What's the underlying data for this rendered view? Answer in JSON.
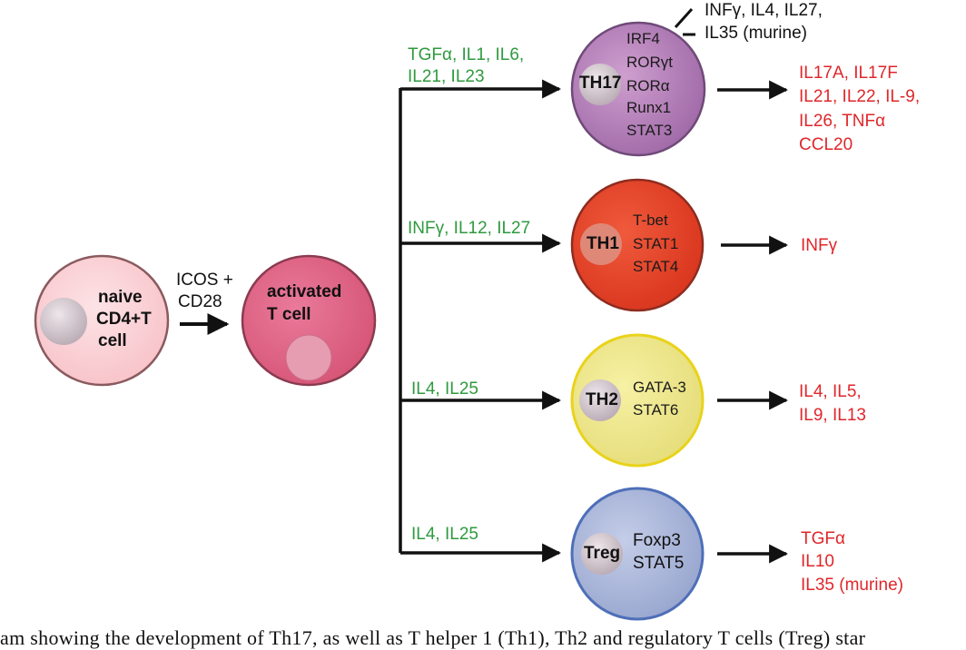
{
  "naive": {
    "lines": [
      "naive",
      "CD4+T",
      "cell"
    ]
  },
  "costim": {
    "lines": [
      "ICOS +",
      "CD28"
    ]
  },
  "activated": {
    "lines": [
      "activated",
      "T cell"
    ]
  },
  "th17": {
    "badge": "TH17",
    "factors": [
      "IRF4",
      "RORγt",
      "RORα",
      "Runx1",
      "STAT3"
    ],
    "inducers": [
      "TGFα, IL1, IL6,",
      "IL21, IL23"
    ],
    "inhibitors": [
      "INFγ, IL4, IL27,",
      "IL35 (murine)"
    ],
    "outputs": [
      "IL17A, IL17F",
      "IL21, IL22, IL-9,",
      "IL26, TNFα",
      "CCL20"
    ]
  },
  "th1": {
    "badge": "TH1",
    "factors": [
      "T-bet",
      "STAT1",
      "STAT4"
    ],
    "inducers": [
      "INFγ, IL12, IL27"
    ],
    "outputs": [
      "INFγ"
    ]
  },
  "th2": {
    "badge": "TH2",
    "factors": [
      "GATA-3",
      "STAT6"
    ],
    "inducers": [
      "IL4, IL25"
    ],
    "outputs": [
      "IL4, IL5,",
      "IL9, IL13"
    ]
  },
  "treg": {
    "badge": "Treg",
    "factors": [
      "Foxp3",
      "STAT5"
    ],
    "inducers": [
      "IL4, IL25"
    ],
    "outputs": [
      "TGFα",
      "IL10",
      "IL35 (murine)"
    ]
  },
  "caption": "am showing the development of Th17, as well as T helper 1 (Th1), Th2 and regulatory T cells (Treg) star",
  "colors": {
    "inducer": "#2e9a3e",
    "output": "#e0262a"
  }
}
